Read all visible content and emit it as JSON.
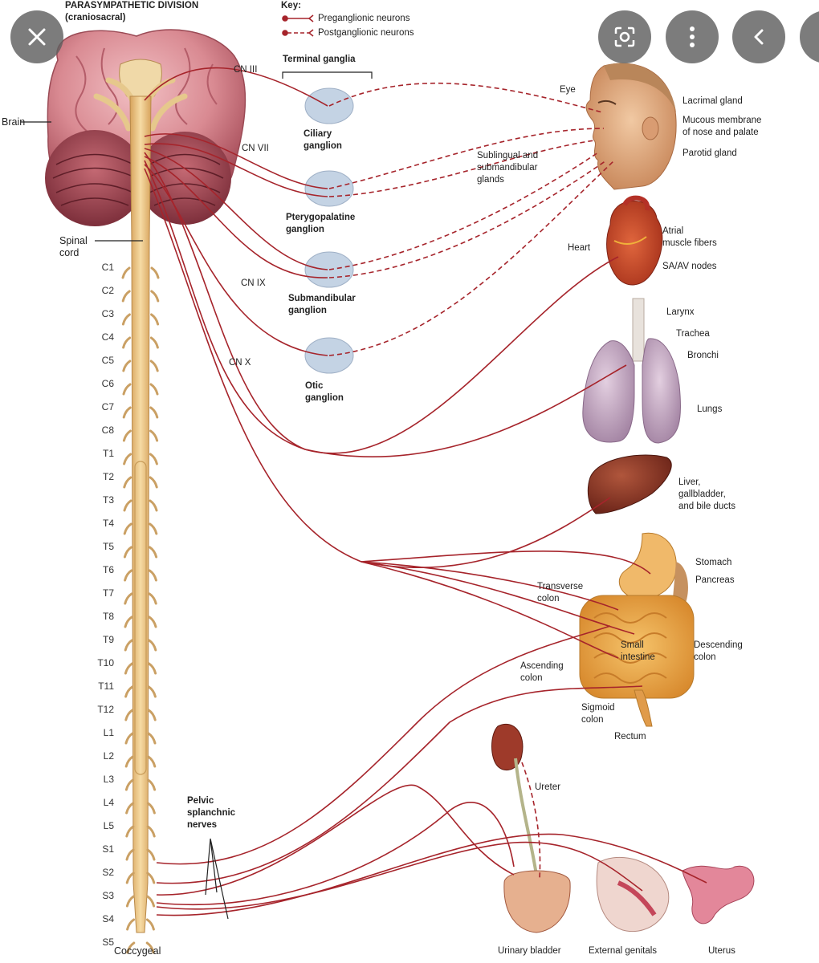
{
  "title": "PARASYMPATHETIC DIVISION",
  "subtitle": "(craniosacral)",
  "key": {
    "heading": "Key:",
    "preganglionic": "Preganglionic neurons",
    "postganglionic": "Postganglionic neurons"
  },
  "terminal_ganglia": "Terminal ganglia",
  "left_labels": {
    "brain": "Brain",
    "spinal_cord": "Spinal\ncord",
    "coccygeal": "Coccygeal"
  },
  "segments": [
    "C1",
    "C2",
    "C3",
    "C4",
    "C5",
    "C6",
    "C7",
    "C8",
    "T1",
    "T2",
    "T3",
    "T4",
    "T5",
    "T6",
    "T7",
    "T8",
    "T9",
    "T10",
    "T11",
    "T12",
    "L1",
    "L2",
    "L3",
    "L4",
    "L5",
    "S1",
    "S2",
    "S3",
    "S4",
    "S5"
  ],
  "nerves": {
    "cn3": "CN III",
    "cn7": "CN VII",
    "cn9": "CN IX",
    "cn10": "CN X",
    "pelvic": "Pelvic\nsplanchnic\nnerves"
  },
  "ganglia": {
    "ciliary": "Ciliary\nganglion",
    "pterygopalatine": "Pterygopalatine\nganglion",
    "submandibular": "Submandibular\nganglion",
    "otic": "Otic\nganglion"
  },
  "organs": {
    "eye": "Eye",
    "lacrimal": "Lacrimal gland",
    "mucous": "Mucous membrane\nof nose and palate",
    "parotid": "Parotid gland",
    "sublingual": "Sublingual and\nsubmandibular\nglands",
    "heart": "Heart",
    "atrial": "Atrial\nmuscle fibers",
    "sa_av": "SA/AV nodes",
    "larynx": "Larynx",
    "trachea": "Trachea",
    "bronchi": "Bronchi",
    "lungs": "Lungs",
    "liver": "Liver,\ngallbladder,\nand bile ducts",
    "stomach": "Stomach",
    "pancreas": "Pancreas",
    "transverse": "Transverse\ncolon",
    "small_intestine": "Small\nintestine",
    "descending": "Descending\ncolon",
    "ascending": "Ascending\ncolon",
    "sigmoid": "Sigmoid\ncolon",
    "rectum": "Rectum",
    "ureter": "Ureter",
    "bladder": "Urinary bladder",
    "genitals": "External genitals",
    "uterus": "Uterus"
  },
  "overlay": {
    "close_icon": "close-icon",
    "lens_icon": "lens-icon",
    "more_icon": "more-vertical-icon",
    "back_icon": "chevron-left-icon"
  },
  "colors": {
    "nerve": "#a6242b",
    "ganglion": "#c4d3e4",
    "spinal_cord": "#efc98a",
    "overlay_button": "#5f5f5f"
  }
}
